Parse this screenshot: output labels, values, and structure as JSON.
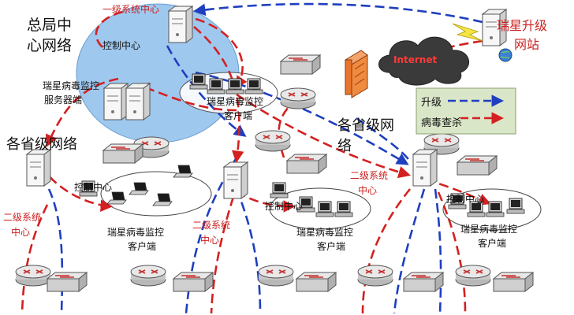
{
  "labels": {
    "hq_line1": "总局中",
    "hq_line2": "心网络",
    "level1_center": "一级系统中心",
    "control_center_top": "控制中心",
    "server": "瑞星病毒监控",
    "server_line2": "服务器端",
    "client_top_line1": "瑞星病毒监控",
    "client_top_line2": "客户端",
    "province_left": "各省级网络",
    "province_right_line1": "各省级网",
    "province_right_line2": "络",
    "update_site_line1": "瑞星升级",
    "update_site_line2": "网站",
    "internet": "Internet",
    "control_center_left": "控制中心",
    "level2_left_line1": "二级系统",
    "level2_left_line2": "中心",
    "client_left_line1": "瑞星病毒监控",
    "client_left_line2": "客户端",
    "level2_mid_line1": "二级系统",
    "level2_mid_line2": "中心",
    "control_center_mid": "控制中心",
    "client_mid_line1": "瑞星病毒监控",
    "client_mid_line2": "客户端",
    "level2_right_line1": "二级系统",
    "level2_right_line2": "中心",
    "control_center_right": "控制中心",
    "client_right_line1": "瑞星病毒监控",
    "client_right_line2": "客户端"
  },
  "legend": {
    "upgrade": "升级",
    "scan": "病毒查杀"
  },
  "colors": {
    "upgrade_arrow": "#1f3fbf",
    "scan_arrow": "#d42020",
    "label_red": "#cc1f1f",
    "hq_ellipse": "#9fc8ef"
  }
}
